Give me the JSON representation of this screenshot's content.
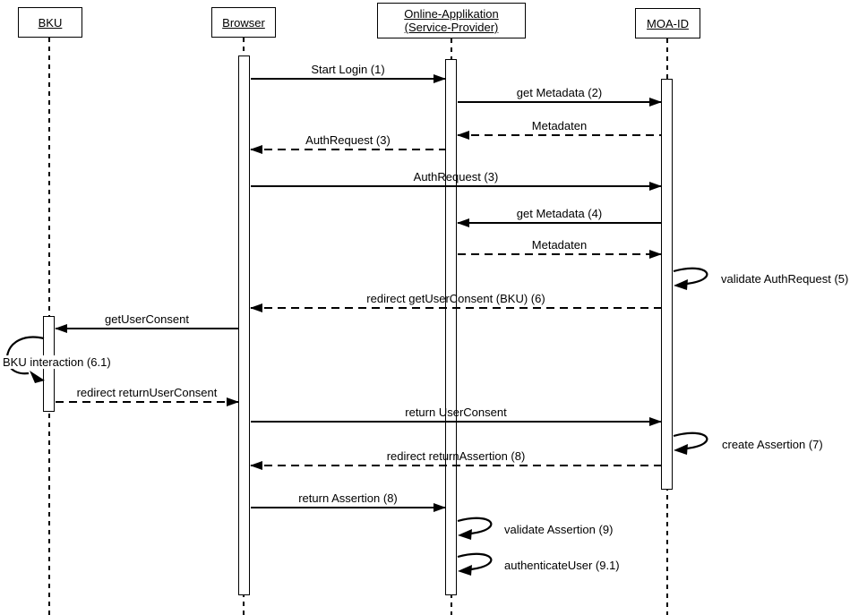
{
  "diagram": {
    "type": "uml-sequence-diagram",
    "colors": {
      "line": "#000000",
      "background": "#ffffff"
    },
    "actors": [
      {
        "name": "BKU"
      },
      {
        "name": "Browser"
      },
      {
        "name": "Online-Applikation (Service-Provider)"
      },
      {
        "name": "MOA-ID"
      }
    ],
    "messages": [
      {
        "label": "Start Login (1)",
        "from": "Browser",
        "to": "Online-Applikation (Service-Provider)",
        "style": "solid"
      },
      {
        "label": "get Metadata (2)",
        "from": "Online-Applikation (Service-Provider)",
        "to": "MOA-ID",
        "style": "solid"
      },
      {
        "label": "Metadaten",
        "from": "MOA-ID",
        "to": "Online-Applikation (Service-Provider)",
        "style": "dashed"
      },
      {
        "label": "AuthRequest (3)",
        "from": "Online-Applikation (Service-Provider)",
        "to": "Browser",
        "style": "dashed"
      },
      {
        "label": "AuthRequest (3)",
        "from": "Browser",
        "to": "MOA-ID",
        "style": "solid"
      },
      {
        "label": "get Metadata (4)",
        "from": "MOA-ID",
        "to": "Online-Applikation (Service-Provider)",
        "style": "solid"
      },
      {
        "label": "Metadaten",
        "from": "Online-Applikation (Service-Provider)",
        "to": "MOA-ID",
        "style": "dashed"
      },
      {
        "label": "validate AuthRequest (5)",
        "from": "MOA-ID",
        "to": "MOA-ID",
        "style": "self"
      },
      {
        "label": "redirect getUserConsent (BKU) (6)",
        "from": "MOA-ID",
        "to": "Browser",
        "style": "dashed"
      },
      {
        "label": "getUserConsent",
        "from": "Browser",
        "to": "BKU",
        "style": "solid"
      },
      {
        "label": "BKU interaction (6.1)",
        "from": "BKU",
        "to": "BKU",
        "style": "self"
      },
      {
        "label": "redirect returnUserConsent",
        "from": "BKU",
        "to": "Browser",
        "style": "dashed"
      },
      {
        "label": "return UserConsent",
        "from": "Browser",
        "to": "MOA-ID",
        "style": "solid"
      },
      {
        "label": "create Assertion (7)",
        "from": "MOA-ID",
        "to": "MOA-ID",
        "style": "self"
      },
      {
        "label": "redirect returnAssertion (8)",
        "from": "MOA-ID",
        "to": "Browser",
        "style": "dashed"
      },
      {
        "label": "return Assertion (8)",
        "from": "Browser",
        "to": "Online-Applikation (Service-Provider)",
        "style": "solid"
      },
      {
        "label": "validate Assertion (9)",
        "from": "Online-Applikation (Service-Provider)",
        "to": "Online-Applikation (Service-Provider)",
        "style": "self"
      },
      {
        "label": "authenticateUser (9.1)",
        "from": "Online-Applikation (Service-Provider)",
        "to": "Online-Applikation (Service-Provider)",
        "style": "self"
      }
    ]
  }
}
